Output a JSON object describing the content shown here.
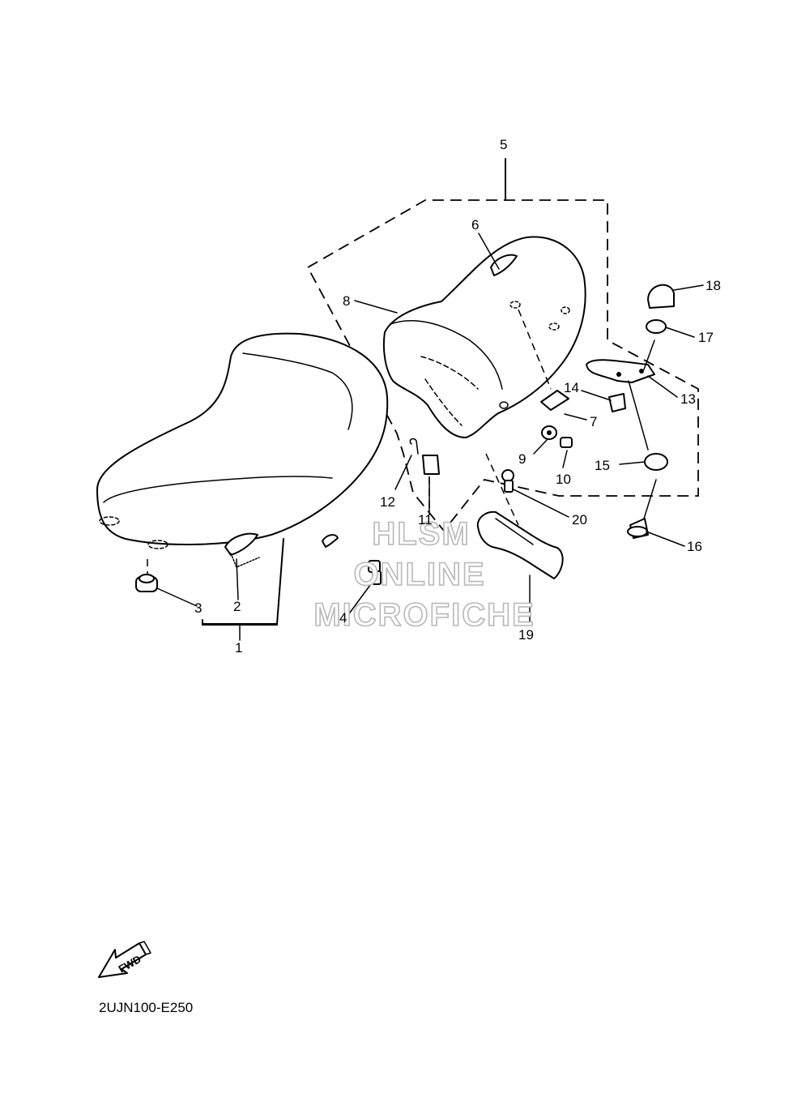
{
  "diagram": {
    "part_code": "2UJN100-E250",
    "fwd_label": "FWD",
    "watermark": [
      "HLSM",
      "ONLINE",
      "MICROFICHE"
    ],
    "callouts": [
      "1",
      "2",
      "3",
      "4",
      "5",
      "6",
      "7",
      "8",
      "9",
      "10",
      "11",
      "12",
      "13",
      "14",
      "15",
      "16",
      "17",
      "18",
      "19",
      "20"
    ]
  }
}
